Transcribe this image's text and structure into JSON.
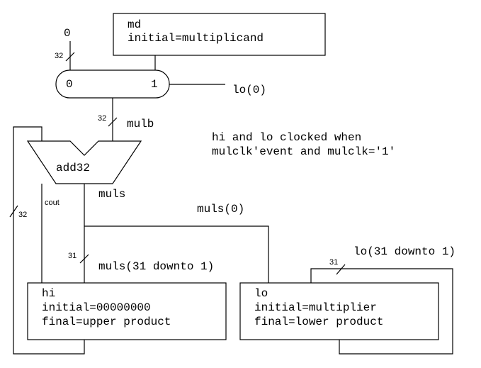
{
  "registers": {
    "md": {
      "name": "md",
      "initial": "initial=multiplicand"
    },
    "hi": {
      "name": "hi",
      "initial": "initial=00000000",
      "final": "final=upper product"
    },
    "lo": {
      "name": "lo",
      "initial": "initial=multiplier",
      "final": "final=lower product"
    }
  },
  "mux": {
    "in0": "0",
    "in1": "1",
    "const_input": "0",
    "select": "lo(0)"
  },
  "adder": {
    "name": "add32",
    "carry": "cout"
  },
  "signals": {
    "mulb": "mulb",
    "muls": "muls",
    "muls0": "muls(0)",
    "muls_31_1": "muls(31 downto 1)",
    "lo_31_1": "lo(31 downto 1)"
  },
  "bus_widths": {
    "const_bus": "32",
    "mulb_bus": "32",
    "feedback_bus": "32",
    "muls_bus": "31",
    "lo_bus": "31"
  },
  "note": {
    "line1": "hi and lo clocked when",
    "line2": "mulclk'event and mulclk='1'"
  }
}
